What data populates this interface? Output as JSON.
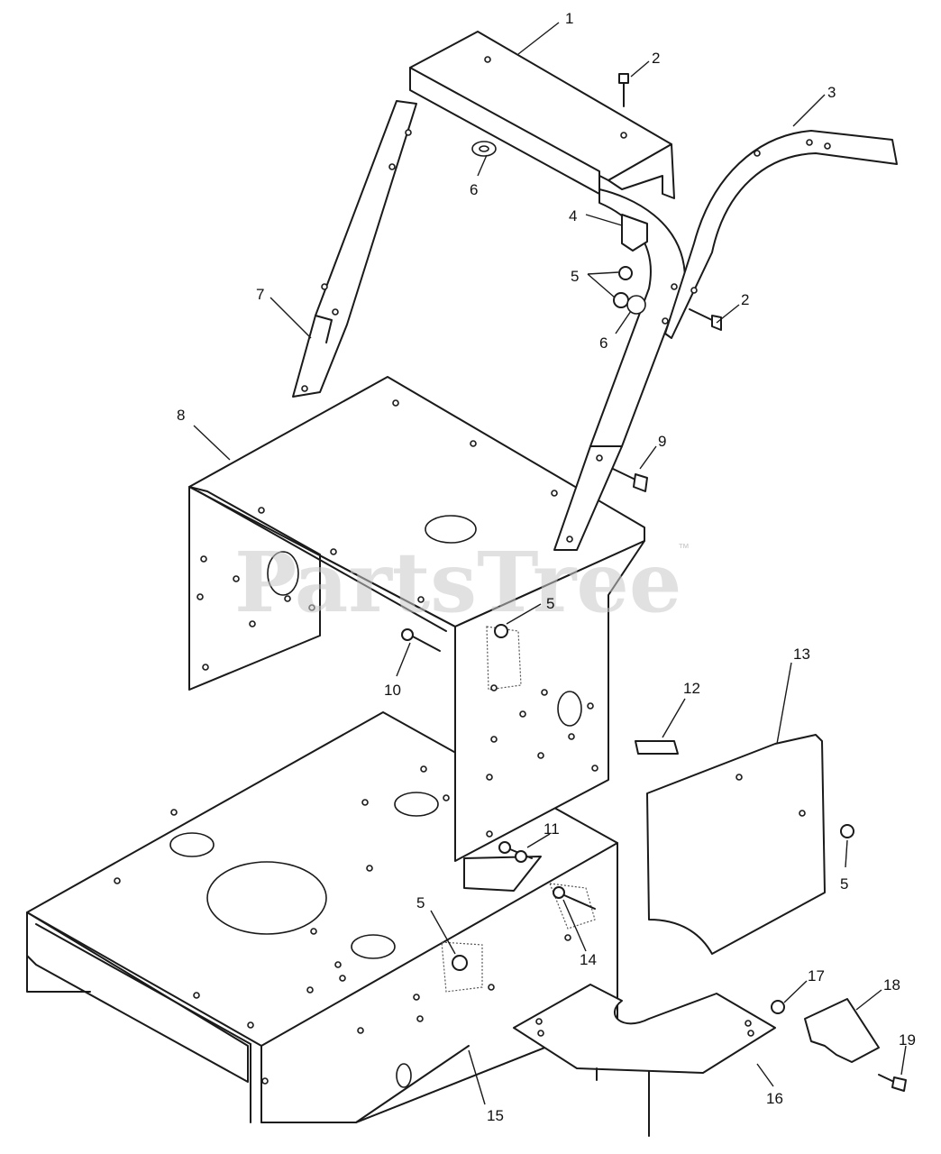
{
  "watermark": {
    "text": "PartsTree",
    "trademark": "™"
  },
  "callouts": {
    "c1": "1",
    "c2a": "2",
    "c2b": "2",
    "c3": "3",
    "c4": "4",
    "c5a": "5",
    "c5b": "5",
    "c5c": "5",
    "c5d": "5",
    "c6a": "6",
    "c6b": "6",
    "c7": "7",
    "c8": "8",
    "c9": "9",
    "c10": "10",
    "c11": "11",
    "c12": "12",
    "c13": "13",
    "c14": "14",
    "c15": "15",
    "c16": "16",
    "c17": "17",
    "c18": "18",
    "c19": "19"
  },
  "colors": {
    "line": "#1a1a1a",
    "background": "#ffffff",
    "watermark": "#c9c9c9"
  }
}
